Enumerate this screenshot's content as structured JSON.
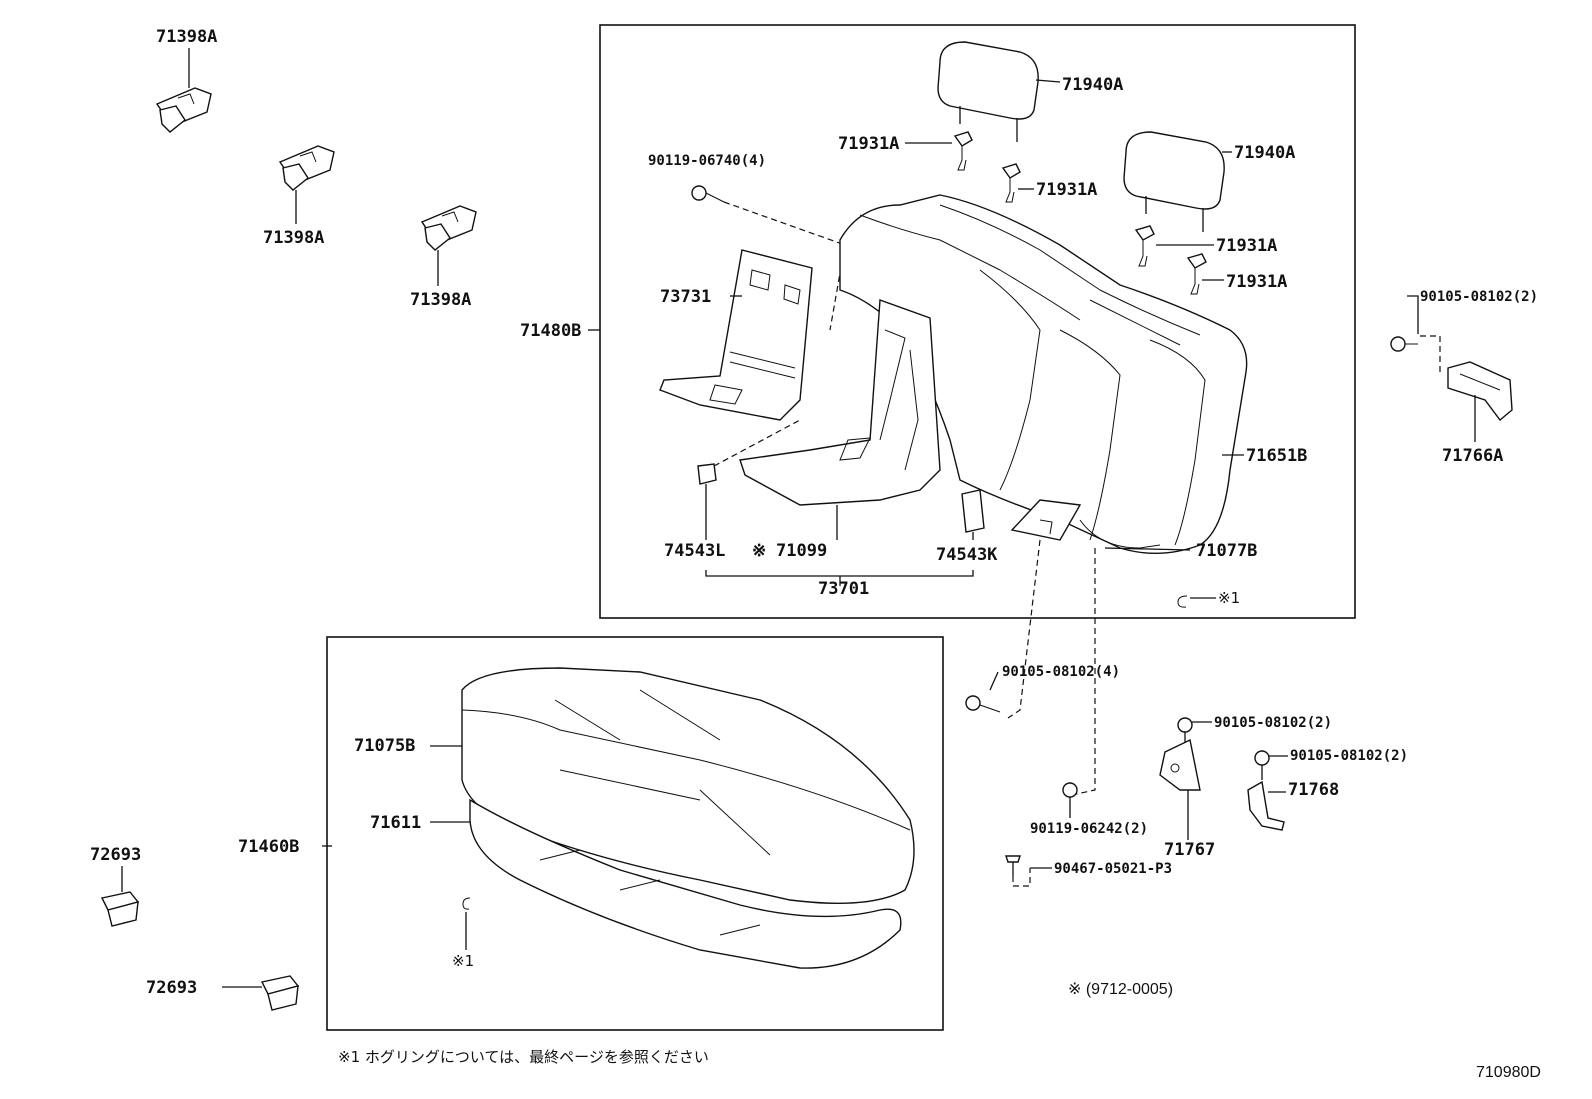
{
  "labels": {
    "l_71398A_1": "71398A",
    "l_71398A_2": "71398A",
    "l_71398A_3": "71398A",
    "l_71940A_1": "71940A",
    "l_71940A_2": "71940A",
    "l_71931A_1": "71931A",
    "l_71931A_2": "71931A",
    "l_71931A_3": "71931A",
    "l_71931A_4": "71931A",
    "l_90119_06740": "90119-06740(4)",
    "l_73731": "73731",
    "l_71480B": "71480B",
    "l_90105_08102_2a": "90105-08102(2)",
    "l_71766A": "71766A",
    "l_71651B": "71651B",
    "l_74543L": "74543L",
    "l_asterisk": "※",
    "l_71099": "71099",
    "l_74543K": "74543K",
    "l_71077B": "71077B",
    "l_73701": "73701",
    "l_ring_ref": "※1",
    "l_90105_08102_4": "90105-08102(4)",
    "l_90105_08102_2b": "90105-08102(2)",
    "l_90105_08102_2c": "90105-08102(2)",
    "l_71768": "71768",
    "l_90119_06242": "90119-06242(2)",
    "l_71767": "71767",
    "l_90467_05021": "90467-05021-P3",
    "l_71075B": "71075B",
    "l_71611": "71611",
    "l_71460B": "71460B",
    "l_ring_ref2": "※1",
    "l_72693_1": "72693",
    "l_72693_2": "72693",
    "l_code_note": "※  (9712-0005)",
    "l_footnote": "※1  ホグリングについては、最終ページを参照ください",
    "l_diagram_id": "710980D"
  }
}
